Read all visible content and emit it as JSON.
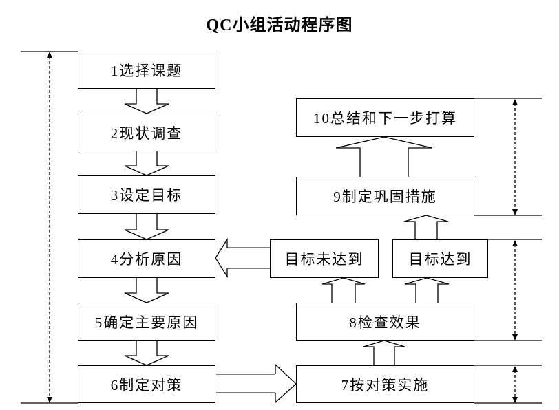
{
  "title": "QC小组活动程序图",
  "colors": {
    "background": "#ffffff",
    "line": "#000000",
    "arrow_shaft_gray": "#808080",
    "text": "#000000"
  },
  "diagram": {
    "nodes": [
      {
        "id": "step1",
        "label": "1选择课题"
      },
      {
        "id": "step2",
        "label": "2现状调查"
      },
      {
        "id": "step3",
        "label": "3设定目标"
      },
      {
        "id": "step4",
        "label": "4分析原因"
      },
      {
        "id": "step5",
        "label": "5确定主要原因"
      },
      {
        "id": "step6",
        "label": "6制定对策"
      },
      {
        "id": "step7",
        "label": "7按对策实施"
      },
      {
        "id": "step8",
        "label": "8检查效果"
      },
      {
        "id": "step9",
        "label": "9制定巩固措施"
      },
      {
        "id": "step10",
        "label": "10总结和下一步打算"
      },
      {
        "id": "goal-not-met",
        "label": "目标未达到"
      },
      {
        "id": "goal-met",
        "label": "目标达到"
      }
    ],
    "edges": [
      {
        "from": "step1",
        "to": "step2",
        "type": "block-arrow-down"
      },
      {
        "from": "step2",
        "to": "step3",
        "type": "block-arrow-down"
      },
      {
        "from": "step3",
        "to": "step4",
        "type": "block-arrow-down"
      },
      {
        "from": "step4",
        "to": "step5",
        "type": "block-arrow-down"
      },
      {
        "from": "step5",
        "to": "step6",
        "type": "block-arrow-down"
      },
      {
        "from": "step6",
        "to": "step7",
        "type": "block-arrow-right"
      },
      {
        "from": "step7",
        "to": "step8",
        "type": "block-arrow-up"
      },
      {
        "from": "step8",
        "to": "goal-not-met",
        "type": "block-arrow-up"
      },
      {
        "from": "step8",
        "to": "goal-met",
        "type": "block-arrow-up"
      },
      {
        "from": "goal-not-met",
        "to": "step4",
        "type": "block-arrow-left"
      },
      {
        "from": "goal-met",
        "to": "step9",
        "type": "block-arrow-up"
      },
      {
        "from": "step9",
        "to": "step10",
        "type": "block-arrow-up"
      }
    ],
    "dimension_markers": [
      {
        "side": "left",
        "spans": "step1 to step6",
        "style": "dashed-double-arrow"
      },
      {
        "side": "right",
        "spans": "step10 to step9",
        "style": "dashed-double-arrow"
      },
      {
        "side": "right",
        "spans": "goal-met to step8",
        "style": "dashed-double-arrow"
      },
      {
        "side": "right",
        "spans": "step7",
        "style": "dashed-double-arrow"
      }
    ]
  }
}
